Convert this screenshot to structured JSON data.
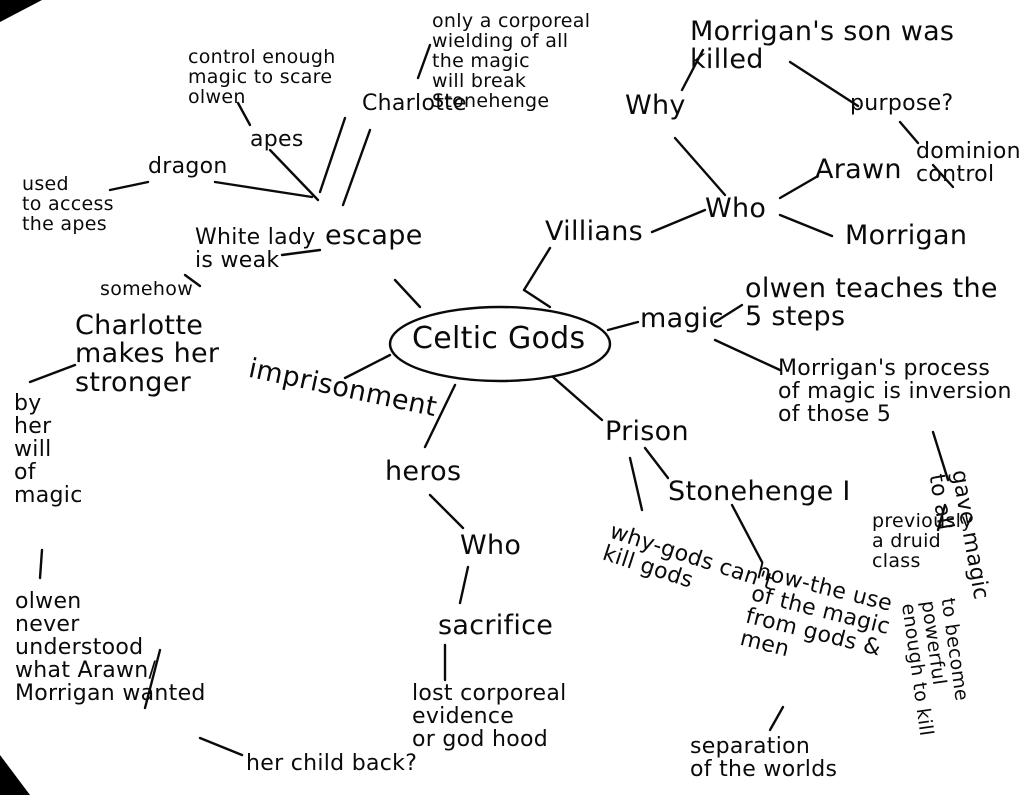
{
  "center": "Celtic Gods",
  "branches": {
    "villians": "Villians",
    "who_villians": "Who",
    "why": "Why",
    "morrigan_son": "Morrigan's son was\nkilled",
    "purpose": "purpose?",
    "dominion": "dominion\ncontrol",
    "arawn": "Arawn",
    "morrigan": "Morrigan",
    "magic": "magic",
    "olwen_teaches": "olwen teaches the\n5 steps",
    "morrigan_process": "Morrigan's process\nof magic is inversion\nof those 5",
    "gave_magic": "gave magic\nto all",
    "previously": "previously\na druid\nclass",
    "powerful": "to become\npowerful\nenough to kill",
    "prison": "Prison",
    "stonehenge": "Stonehenge I",
    "why_gods": "why-gods can't\nkill gods",
    "how_use": "how-the use\nof the magic\nfrom gods &\nmen",
    "separation": "separation\nof the worlds",
    "heros": "heros",
    "who_heros": "Who",
    "sacrifice": "sacrifice",
    "lost_corporeal": "lost corporeal\nevidence\nor god hood",
    "imprisonment": "imprisonment",
    "escape": "escape",
    "charlotte_top": "Charlotte",
    "corporeal_wielding": "only a corporeal\nwielding of all\nthe magic\nwill break\nStonehenge",
    "apes": "apes",
    "control_enough": "control enough\nmagic to scare\nolwen",
    "dragon": "dragon",
    "used_access": "used\nto access\nthe apes",
    "white_lady": "White lady\nis weak",
    "somehow": "somehow",
    "charlotte_stronger": "Charlotte\nmakes her\nstronger",
    "by_her": "by\nher\nwill\nof\nmagic",
    "olwen_never": "olwen\nnever\nunderstood\nwhat Arawn/\nMorrigan wanted",
    "her_child": "her child back?"
  }
}
